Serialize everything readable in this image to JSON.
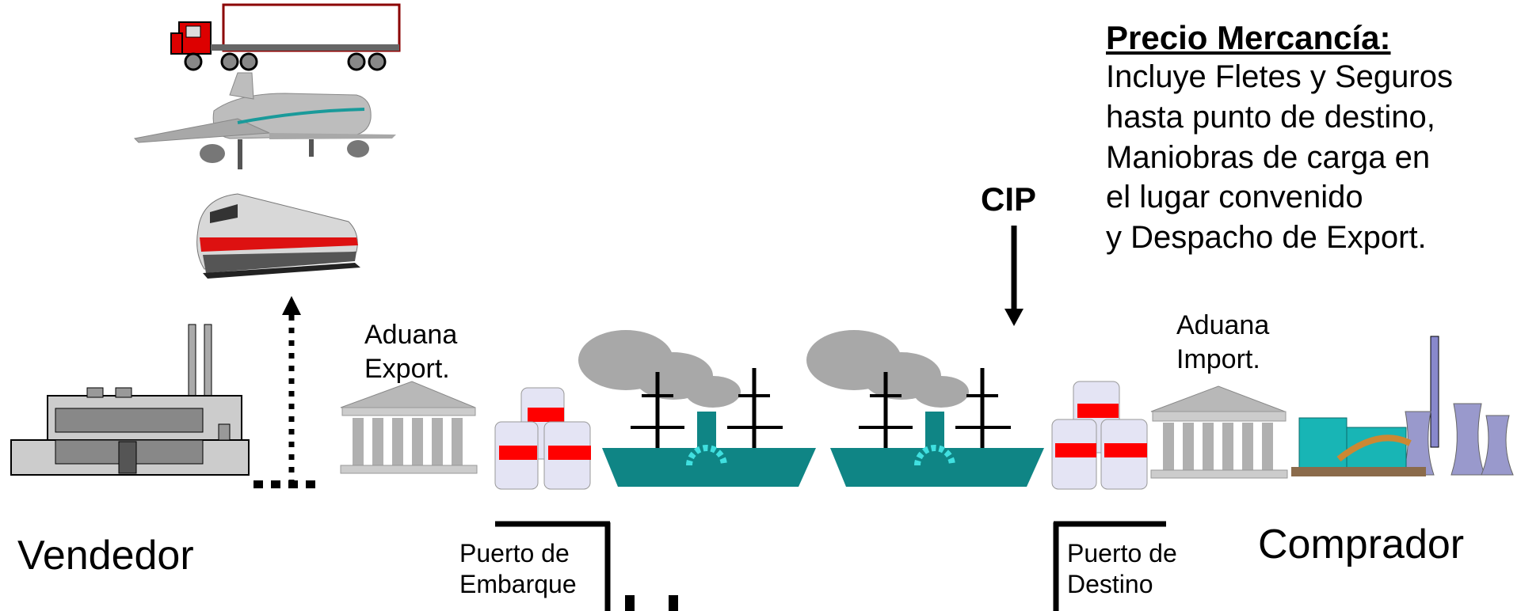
{
  "diagram": {
    "seller_label": "Vendedor",
    "buyer_label": "Comprador",
    "export_customs_label": "Aduana\nExport.",
    "import_customs_label": "Aduana\nImport.",
    "origin_port_label": "Puerto de\nEmbarque",
    "destination_port_label": "Puerto de\nDestino",
    "incoterm": "CIP",
    "note": {
      "title": "Precio Mercancía:",
      "lines": [
        "Incluye Fletes y Seguros",
        "hasta punto de destino,",
        "Maniobras de carga en",
        "el lugar convenido",
        "y Despacho de Export."
      ]
    },
    "colors": {
      "ship": "#0f8585",
      "smoke": "#a8a8a8",
      "container_top": "#e4e4f4",
      "stripe": "#ff0000",
      "building": "#b8b8b8",
      "truck_cab": "#dd0000"
    }
  }
}
